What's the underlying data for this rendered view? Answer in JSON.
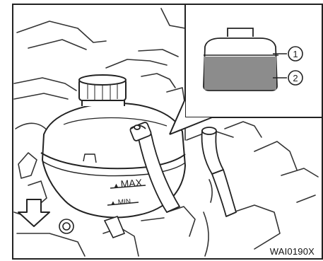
{
  "figure": {
    "code": "WAI0190X",
    "reservoir_markings": {
      "max": "MAX",
      "min": "MIN"
    },
    "inset_callouts": [
      "1",
      "2"
    ],
    "icons": [
      "down-arrow-icon"
    ]
  }
}
